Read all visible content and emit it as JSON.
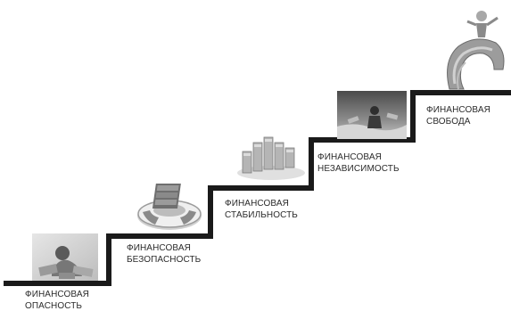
{
  "steps": [
    {
      "line1": "ФИНАНСОВАЯ",
      "line2": "ОПАСНОСТЬ",
      "image": "person-with-bills-photo"
    },
    {
      "line1": "ФИНАНСОВАЯ",
      "line2": "БЕЗОПАСНОСТЬ",
      "image": "lifebuoy-with-money-icon"
    },
    {
      "line1": "ФИНАНСОВАЯ",
      "line2": "СТАБИЛЬНОСТЬ",
      "image": "money-bundles-bar-chart-icon"
    },
    {
      "line1": "ФИНАНСОВАЯ",
      "line2": "НЕЗАВИСИМОСТЬ",
      "image": "man-with-money-photo"
    },
    {
      "line1": "ФИНАНСОВАЯ",
      "line2": "СВОБОДА",
      "image": "man-on-money-wave-icon"
    }
  ],
  "colors": {
    "stair": "#1a1a1a",
    "text": "#2b2b2b"
  }
}
